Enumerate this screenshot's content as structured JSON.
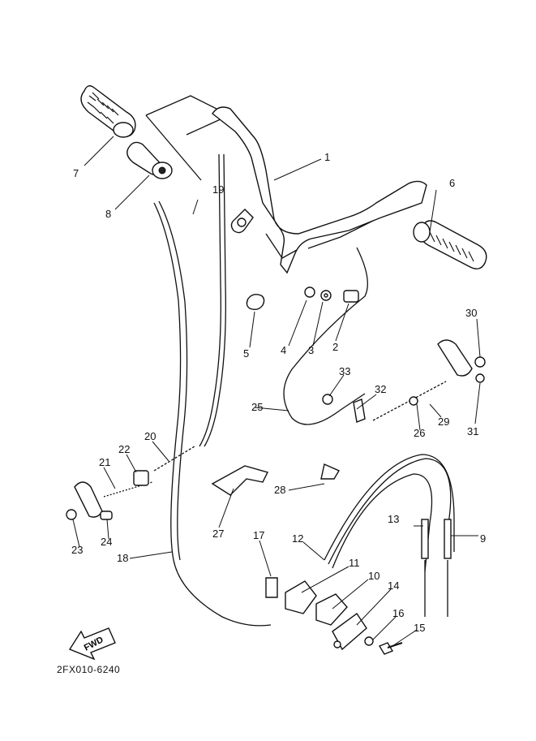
{
  "diagram": {
    "callouts": [
      {
        "id": "1",
        "label": "1"
      },
      {
        "id": "2",
        "label": "2"
      },
      {
        "id": "3",
        "label": "3"
      },
      {
        "id": "4",
        "label": "4"
      },
      {
        "id": "5",
        "label": "5"
      },
      {
        "id": "6",
        "label": "6"
      },
      {
        "id": "7",
        "label": "7"
      },
      {
        "id": "8",
        "label": "8"
      },
      {
        "id": "9",
        "label": "9"
      },
      {
        "id": "10",
        "label": "10"
      },
      {
        "id": "11",
        "label": "11"
      },
      {
        "id": "12",
        "label": "12"
      },
      {
        "id": "13",
        "label": "13"
      },
      {
        "id": "14",
        "label": "14"
      },
      {
        "id": "15",
        "label": "15"
      },
      {
        "id": "16",
        "label": "16"
      },
      {
        "id": "17",
        "label": "17"
      },
      {
        "id": "18",
        "label": "18"
      },
      {
        "id": "19",
        "label": "19"
      },
      {
        "id": "20",
        "label": "20"
      },
      {
        "id": "21",
        "label": "21"
      },
      {
        "id": "22",
        "label": "22"
      },
      {
        "id": "23",
        "label": "23"
      },
      {
        "id": "24",
        "label": "24"
      },
      {
        "id": "25",
        "label": "25"
      },
      {
        "id": "26",
        "label": "26"
      },
      {
        "id": "27",
        "label": "27"
      },
      {
        "id": "28",
        "label": "28"
      },
      {
        "id": "29",
        "label": "29"
      },
      {
        "id": "30",
        "label": "30"
      },
      {
        "id": "31",
        "label": "31"
      },
      {
        "id": "32",
        "label": "32"
      },
      {
        "id": "33",
        "label": "33"
      }
    ],
    "fwd_label": "FWD",
    "reference_code": "2FX010-6240"
  }
}
